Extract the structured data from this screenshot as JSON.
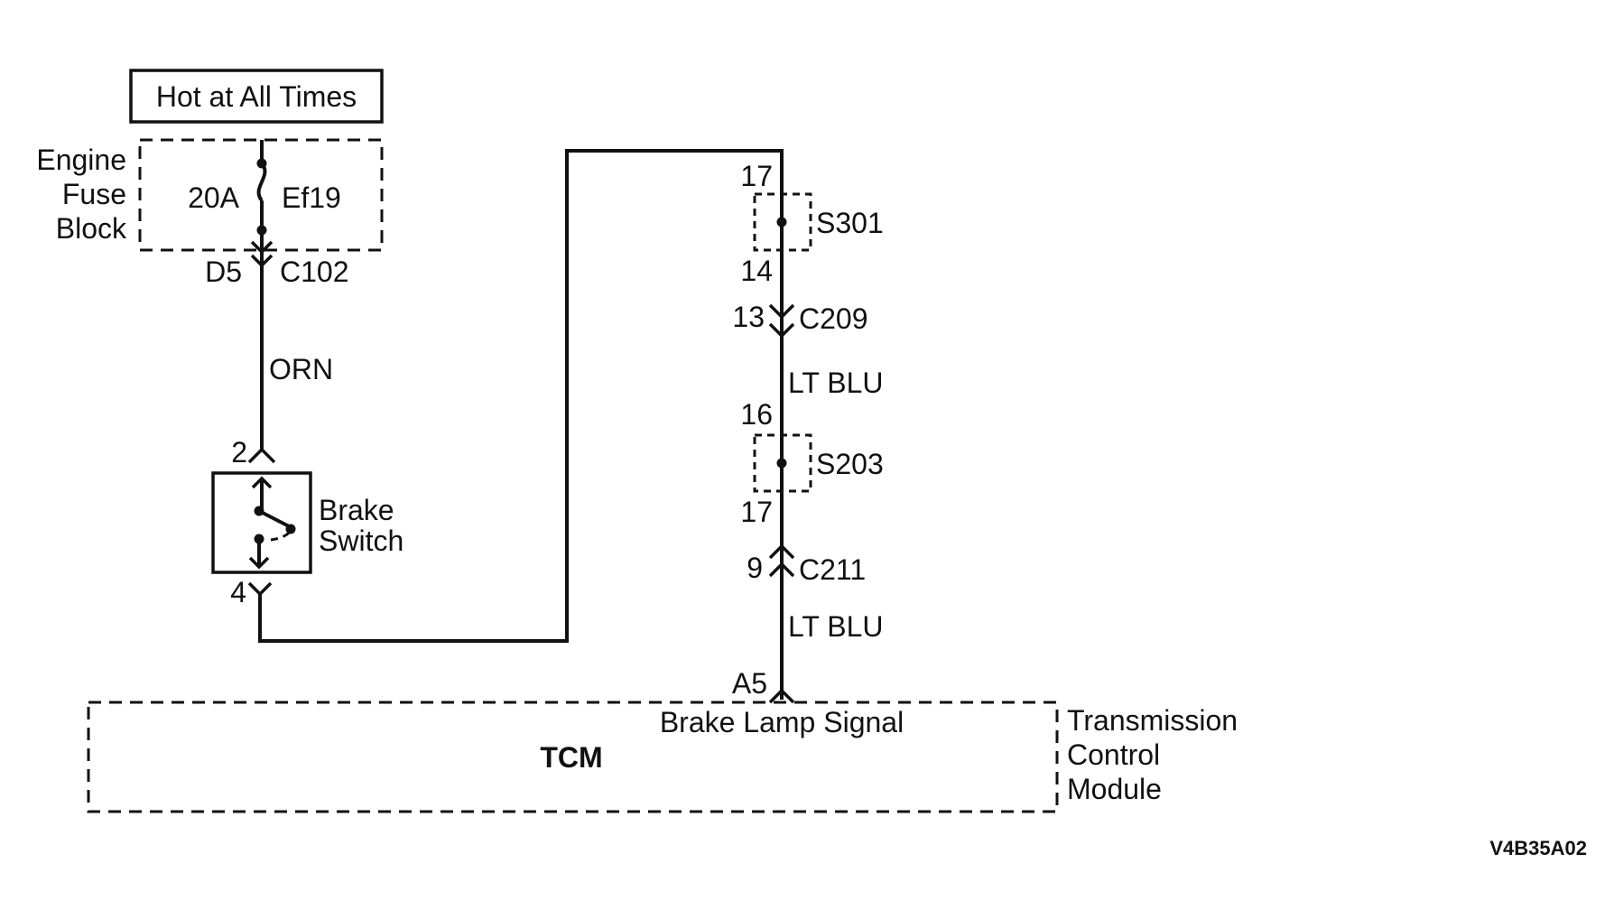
{
  "power_label": "Hot at All Times",
  "fuse_block": {
    "label_line1": "Engine",
    "label_line2": "Fuse",
    "label_line3": "Block",
    "rating": "20A",
    "fuse_id": "Ef19"
  },
  "connectors": {
    "c102": {
      "pin": "D5",
      "name": "C102"
    },
    "brake_switch_in": {
      "pin": "2"
    },
    "brake_switch_out": {
      "pin": "4"
    },
    "s301": {
      "pin_top": "17",
      "name": "S301",
      "pin_bottom": "14"
    },
    "c209": {
      "pin": "13",
      "name": "C209"
    },
    "s203": {
      "pin_top": "16",
      "name": "S203",
      "pin_bottom": "17"
    },
    "c211": {
      "pin": "9",
      "name": "C211"
    },
    "tcm_pin": {
      "pin": "A5"
    }
  },
  "wires": {
    "orn": "ORN",
    "lt_blu_1": "LT BLU",
    "lt_blu_2": "LT BLU"
  },
  "brake_switch": {
    "label_line1": "Brake",
    "label_line2": "Switch"
  },
  "tcm": {
    "abbrev": "TCM",
    "signal": "Brake Lamp Signal",
    "label_line1": "Transmission",
    "label_line2": "Control",
    "label_line3": "Module"
  },
  "figure_ref": "V4B35A02"
}
